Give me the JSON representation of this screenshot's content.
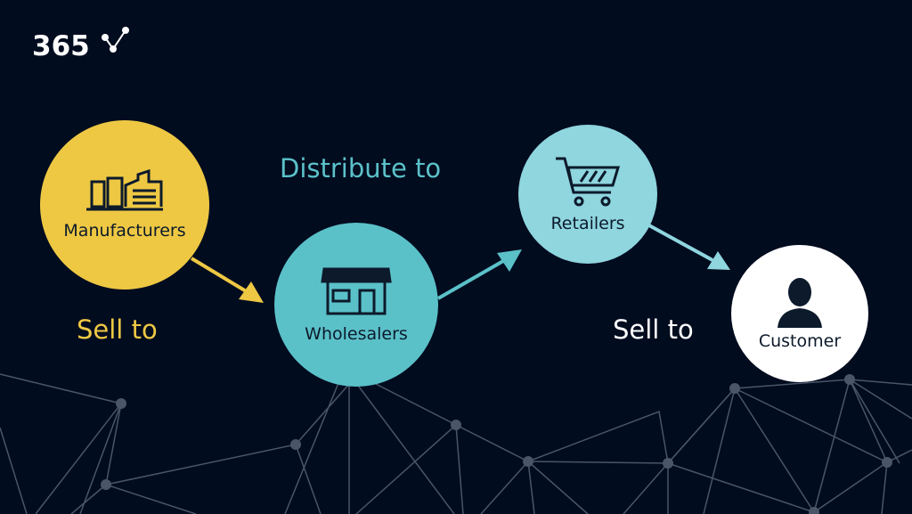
{
  "logo": {
    "text": "365"
  },
  "nodes": {
    "manufacturers": {
      "label": "Manufacturers",
      "icon": "factory-icon",
      "color": "#eec843"
    },
    "wholesalers": {
      "label": "Wholesalers",
      "icon": "storefront-icon",
      "color": "#5bc1c9"
    },
    "retailers": {
      "label": "Retailers",
      "icon": "shopping-cart-icon",
      "color": "#8fd6df"
    },
    "customer": {
      "label": "Customer",
      "icon": "person-icon",
      "color": "#ffffff"
    }
  },
  "edges": {
    "sell_to_1": "Sell to",
    "distribute_to": "Distribute to",
    "sell_to_2": "Sell to"
  }
}
